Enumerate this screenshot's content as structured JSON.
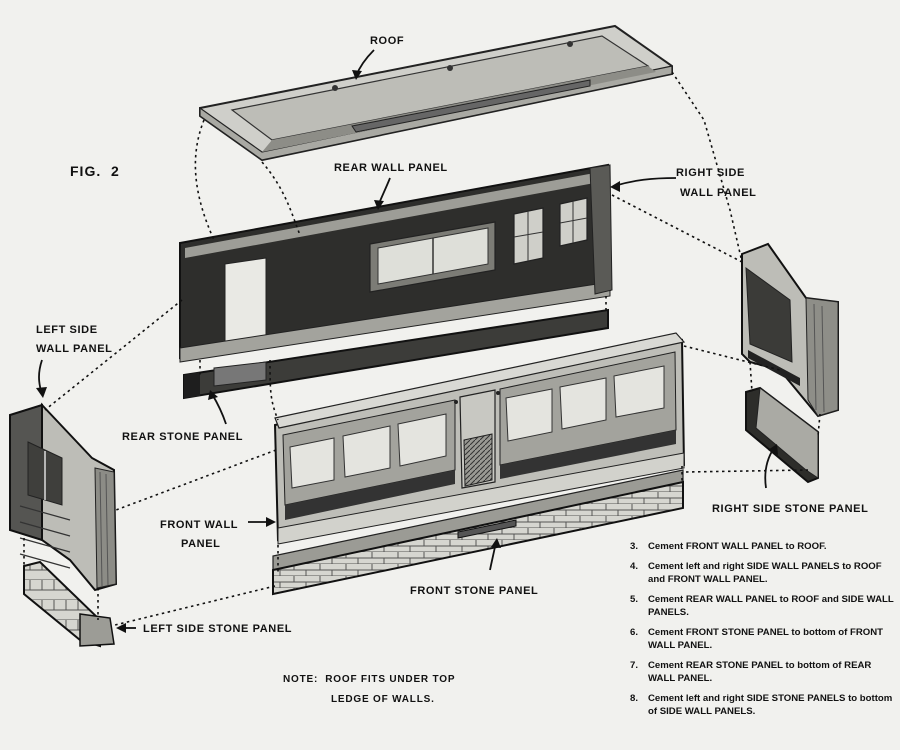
{
  "figure_label": "FIG.  2",
  "labels": {
    "roof": "ROOF",
    "rear_wall_panel": "REAR WALL PANEL",
    "right_side_wall_panel_1": "RIGHT SIDE",
    "right_side_wall_panel_2": "WALL PANEL",
    "left_side_wall_panel_1": "LEFT SIDE",
    "left_side_wall_panel_2": "WALL PANEL",
    "rear_stone_panel": "REAR STONE PANEL",
    "right_side_stone_panel": "RIGHT SIDE STONE PANEL",
    "front_wall_panel_1": "FRONT WALL",
    "front_wall_panel_2": "PANEL",
    "front_stone_panel": "FRONT STONE PANEL",
    "left_side_stone_panel": "LEFT SIDE STONE PANEL"
  },
  "instructions": [
    {
      "num": "3.",
      "text": "Cement FRONT WALL PANEL to ROOF."
    },
    {
      "num": "4.",
      "text": "Cement left and right SIDE WALL PANELS to ROOF and FRONT WALL PANEL."
    },
    {
      "num": "5.",
      "text": "Cement REAR WALL PANEL to ROOF and SIDE WALL PANELS."
    },
    {
      "num": "6.",
      "text": "Cement FRONT STONE PANEL to bottom of FRONT WALL PANEL."
    },
    {
      "num": "7.",
      "text": "Cement REAR STONE PANEL to bottom of REAR WALL PANEL."
    },
    {
      "num": "8.",
      "text": "Cement left and right SIDE STONE PANELS to bottom of SIDE WALL PANELS."
    }
  ],
  "note": {
    "line1": "NOTE:  ROOF FITS UNDER TOP",
    "line2": "LEDGE OF WALLS."
  }
}
